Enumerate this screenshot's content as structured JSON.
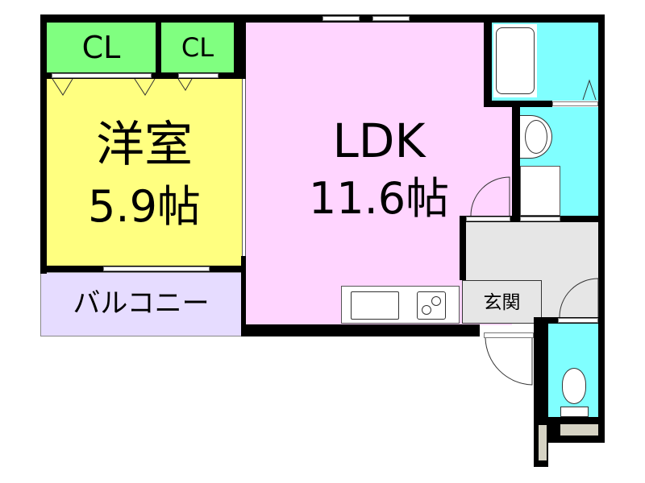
{
  "rooms": {
    "closet_1": {
      "label": "CL"
    },
    "closet_2": {
      "label": "CL"
    },
    "western_room": {
      "name": "洋室",
      "size": "5.9帖"
    },
    "ldk": {
      "name": "LDK",
      "size": "11.6帖"
    },
    "balcony": {
      "label": "バルコニー"
    },
    "entrance": {
      "label": "玄関"
    }
  },
  "colors": {
    "closet": "#80ff80",
    "western_room": "#ffff80",
    "ldk": "#ffd5ff",
    "balcony": "#e6dcff",
    "wet_area": "#80ffff",
    "hall": "#e6e6e6"
  }
}
